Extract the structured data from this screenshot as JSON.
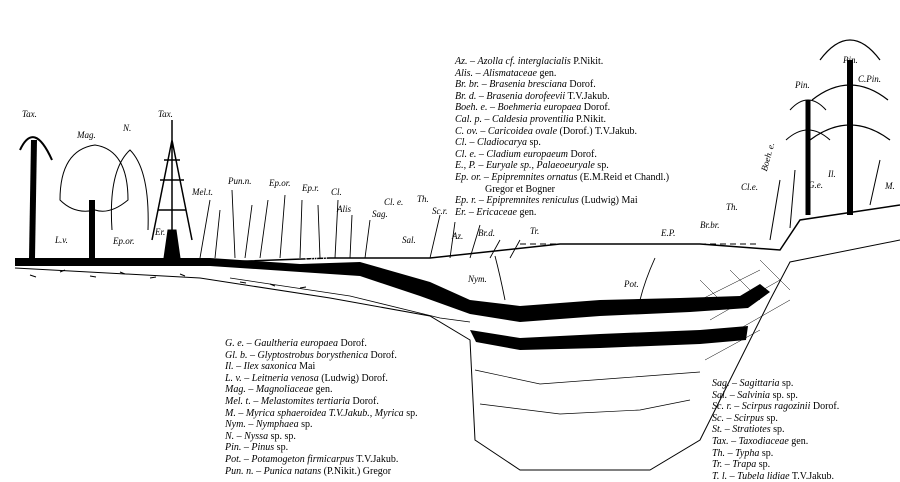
{
  "legend_top": [
    {
      "abbr": "Az.",
      "name": "Azolla cf. interglacialis",
      "auth": "P.Nikit."
    },
    {
      "abbr": "Alis.",
      "name": "Alismataceae",
      "auth": "gen."
    },
    {
      "abbr": "Br. br.",
      "name": "Brasenia bresciana",
      "auth": "Dorof."
    },
    {
      "abbr": "Br. d.",
      "name": "Brasenia dorofeevii",
      "auth": "T.V.Jakub."
    },
    {
      "abbr": "Boeh. e.",
      "name": "Boehmeria europaea",
      "auth": "Dorof."
    },
    {
      "abbr": "Cal. p.",
      "name": "Caldesia proventilia",
      "auth": "P.Nikit."
    },
    {
      "abbr": "C. ov.",
      "name": "Caricoidea ovale",
      "auth": "(Dorof.) T.V.Jakub."
    },
    {
      "abbr": "Cl.",
      "name": "Cladiocarya",
      "auth": "sp."
    },
    {
      "abbr": "Cl. e.",
      "name": "Cladium europaeum",
      "auth": "Dorof."
    },
    {
      "abbr": "E., P.",
      "name": "Euryale sp., Palaeoeuryale",
      "auth": "sp."
    },
    {
      "abbr": "Ep. or.",
      "name": "Epipremnites ornatus",
      "auth": "(E.M.Reid et Chandl.)"
    },
    {
      "abbr": "",
      "name": "",
      "auth": "Gregor et Bogner"
    },
    {
      "abbr": "Ep. r.",
      "name": "Epipremnites reniculus",
      "auth": "(Ludwig) Mai"
    },
    {
      "abbr": "Er.",
      "name": "Ericaceae",
      "auth": "gen."
    }
  ],
  "legend_bottom_left": [
    {
      "abbr": "G. e.",
      "name": "Gaultheria europaea",
      "auth": "Dorof."
    },
    {
      "abbr": "Gl. b.",
      "name": "Glyptostrobus borysthenica",
      "auth": "Dorof."
    },
    {
      "abbr": "Il.",
      "name": "Ilex saxonica",
      "auth": "Mai"
    },
    {
      "abbr": "L. v.",
      "name": "Leitneria venosa",
      "auth": "(Ludwig) Dorof."
    },
    {
      "abbr": "Mag.",
      "name": "Magnoliaceae",
      "auth": "gen."
    },
    {
      "abbr": "Mel. t.",
      "name": "Melastomites tertiaria",
      "auth": "Dorof."
    },
    {
      "abbr": "M.",
      "name": "Myrica sphaeroidea T.V.Jakub., Myrica",
      "auth": "sp."
    },
    {
      "abbr": "Nym.",
      "name": "Nymphaea",
      "auth": "sp."
    },
    {
      "abbr": "N.",
      "name": "Nyssa",
      "auth": "sp. sp."
    },
    {
      "abbr": "Pin.",
      "name": "Pinus",
      "auth": "sp."
    },
    {
      "abbr": "Pot.",
      "name": "Potamogeton firmicarpus",
      "auth": "T.V.Jakub."
    },
    {
      "abbr": "Pun. n.",
      "name": "Punica natans",
      "auth": "(P.Nikit.) Gregor"
    }
  ],
  "legend_bottom_right": [
    {
      "abbr": "Sag.",
      "name": "Sagittaria",
      "auth": "sp."
    },
    {
      "abbr": "Sal.",
      "name": "Salvinia",
      "auth": "sp. sp."
    },
    {
      "abbr": "Sc. r.",
      "name": "Scirpus ragozinii",
      "auth": "Dorof."
    },
    {
      "abbr": "Sc.",
      "name": "Scirpus",
      "auth": "sp."
    },
    {
      "abbr": "St.",
      "name": "Stratiotes",
      "auth": "sp."
    },
    {
      "abbr": "Tax.",
      "name": "Taxodiaceae",
      "auth": "gen."
    },
    {
      "abbr": "Th.",
      "name": "Typha",
      "auth": "sp."
    },
    {
      "abbr": "Tr.",
      "name": "Trapa",
      "auth": "sp."
    },
    {
      "abbr": "T. l.",
      "name": "Tubela lidiae",
      "auth": "T.V.Jakub."
    }
  ],
  "scene_labels": {
    "tax_left": "Tax.",
    "mag": "Mag.",
    "n": "N.",
    "tax_mid": "Tax.",
    "mel_t": "Mel.t.",
    "pun_n": "Pun.n.",
    "ep_or": "Ep.or.",
    "ep_r": "Ep.r.",
    "cl": "Cl.",
    "alis": "Alis",
    "sag": "Sag.",
    "cl_e": "Cl. e.",
    "th_mid": "Th.",
    "sc_r": "Sc.r.",
    "ep_or_low": "Ep.or.",
    "l_v": "L.v.",
    "er": "Er.",
    "sal": "Sal.",
    "cal_p": "Cal. p.",
    "az": "Az.",
    "br_d": "Br.d.",
    "tr": "Tr.",
    "nym": "Nym.",
    "pot": "Pot.",
    "e_p": "E.P.",
    "br_br": "Br.br.",
    "th_right": "Th.",
    "cl_e_right": "Cl.e.",
    "boeh_e": "Boeh. e.",
    "pin_top": "Pin.",
    "pin_left": "Pin.",
    "c_pin": "C.Pin.",
    "il": "Il.",
    "g_e": "G.e.",
    "m": "M."
  },
  "colors": {
    "ink": "#000000",
    "paper": "#ffffff"
  }
}
